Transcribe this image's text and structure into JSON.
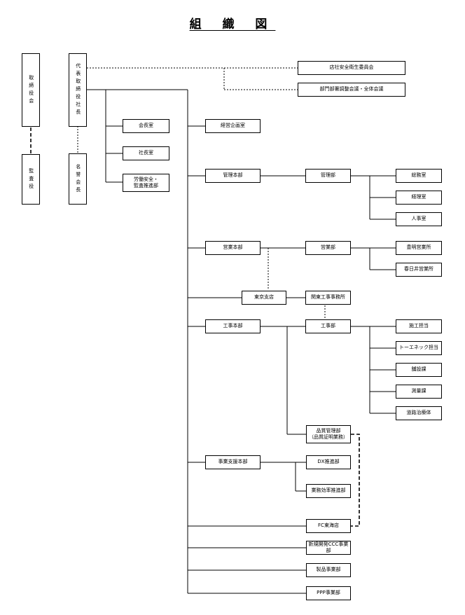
{
  "title": "組 織 図",
  "boxes": {
    "torishimariyakukai": "取締役会",
    "daihyo": "代表取締役社長",
    "kansayaku": "監査役",
    "meiyo": "名誉会長",
    "anzen_iinkai": "店社安全衛生委員会",
    "bumon_kaigi": "部門部署調整会議・全体会議",
    "kaichoshitsu": "会長室",
    "shachoshitsu": "社長室",
    "rodo_1": "労働安全・",
    "rodo_2": "監査推進部",
    "keiei": "経営企画室",
    "kanri_honbu": "管理本部",
    "kanribu": "管理部",
    "somu": "総務室",
    "keiri": "経理室",
    "jinji": "人事室",
    "eigyo_honbu": "営業本部",
    "eigyobu": "営業部",
    "toyoake": "豊明営業所",
    "kasugai": "春日井営業所",
    "tokyo": "東京支店",
    "kanto": "関東工事事務所",
    "koji_honbu": "工事本部",
    "kojibu": "工事部",
    "seko": "施工担当",
    "toeneck": "トーエネック担当",
    "hosetsu": "舗設課",
    "sokuryo": "測量課",
    "doro": "道路治療体",
    "hinshitsu_1": "品質管理部",
    "hinshitsu_2": "（品質証明業務）",
    "jigyo_shien": "事業支援本部",
    "dx": "DX推進部",
    "gyomu": "業務効率推進部",
    "fc": "FC東海店",
    "shinki": "新規開発CCC事業部",
    "seihin": "製品事業部",
    "ppp": "PPP事業部"
  }
}
